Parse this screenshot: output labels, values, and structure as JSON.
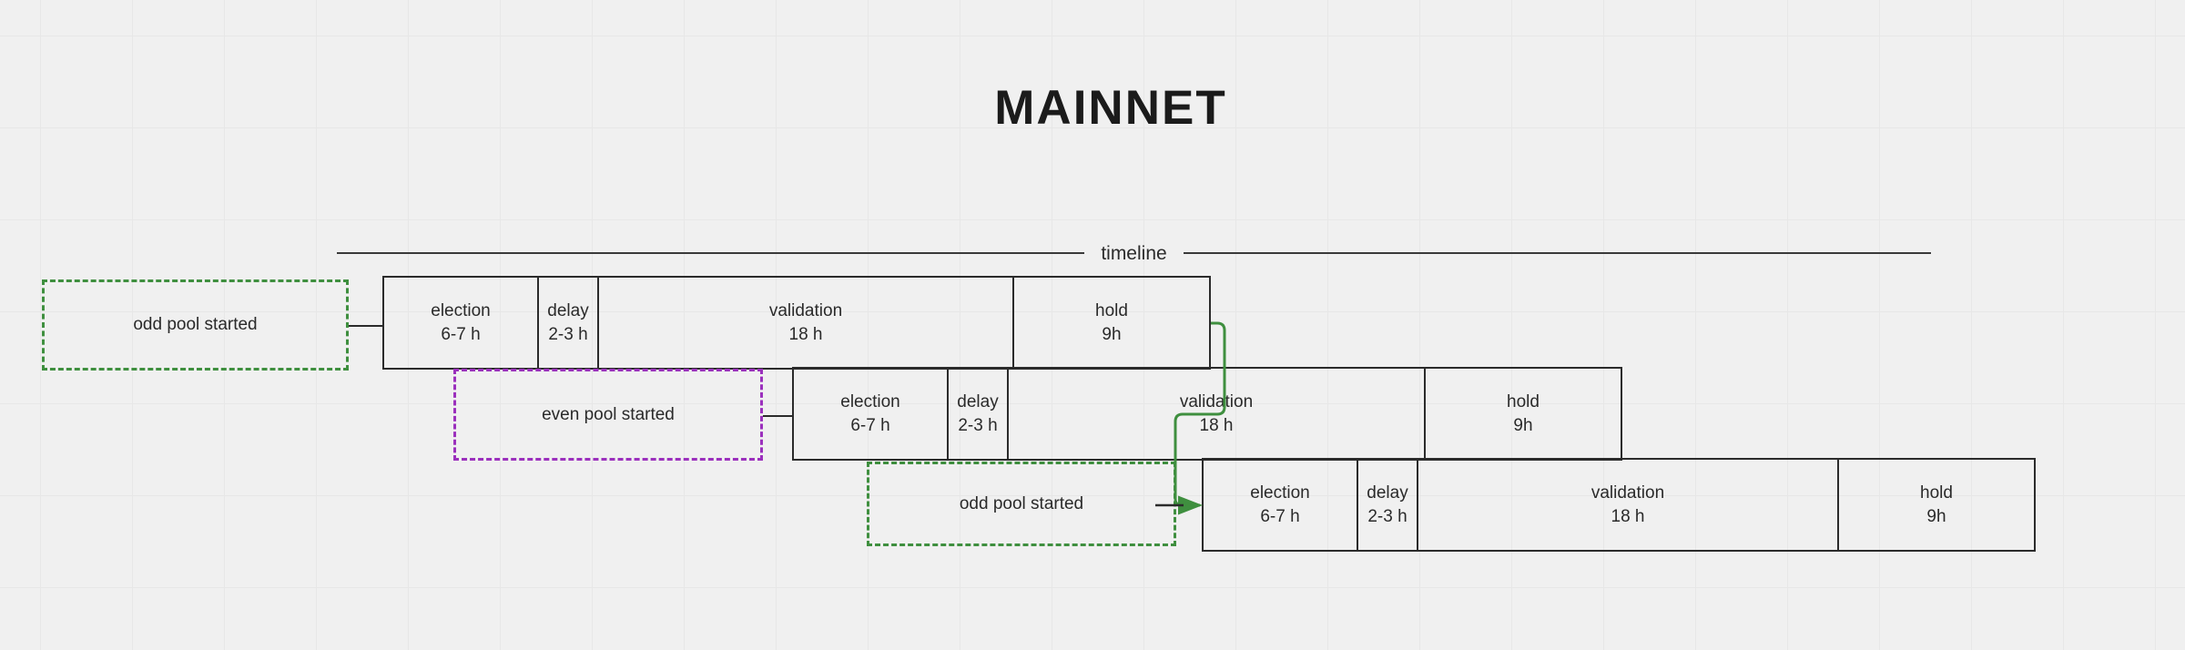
{
  "page": {
    "title": "MAINNET",
    "background_color": "#f0f0f0",
    "grid_color": "#e7e7e7"
  },
  "timeline": {
    "label": "timeline",
    "axis_color": "#3a3a3a"
  },
  "colors": {
    "box_border": "#2b2b2b",
    "text": "#2a2a2a",
    "odd_pool_dashed": "#3f8f3f",
    "even_pool_dashed": "#9b30bd",
    "arrow_green": "#3f8f3f"
  },
  "rows": [
    {
      "id": "cycle-1",
      "phases": [
        {
          "name": "election",
          "duration": "6-7 h"
        },
        {
          "name": "delay",
          "duration": "2-3 h"
        },
        {
          "name": "validation",
          "duration": "18 h"
        },
        {
          "name": "hold",
          "duration": "9h"
        }
      ]
    },
    {
      "id": "cycle-2",
      "phases": [
        {
          "name": "election",
          "duration": "6-7 h"
        },
        {
          "name": "delay",
          "duration": "2-3 h"
        },
        {
          "name": "validation",
          "duration": "18 h"
        },
        {
          "name": "hold",
          "duration": "9h"
        }
      ]
    },
    {
      "id": "cycle-3",
      "phases": [
        {
          "name": "election",
          "duration": "6-7 h"
        },
        {
          "name": "delay",
          "duration": "2-3 h"
        },
        {
          "name": "validation",
          "duration": "18 h"
        },
        {
          "name": "hold",
          "duration": "9h"
        }
      ]
    }
  ],
  "notes": [
    {
      "id": "note-1",
      "label": "odd pool started",
      "style": "green"
    },
    {
      "id": "note-2",
      "label": "even pool started",
      "style": "purple"
    },
    {
      "id": "note-3",
      "label": "odd pool started",
      "style": "green"
    }
  ]
}
